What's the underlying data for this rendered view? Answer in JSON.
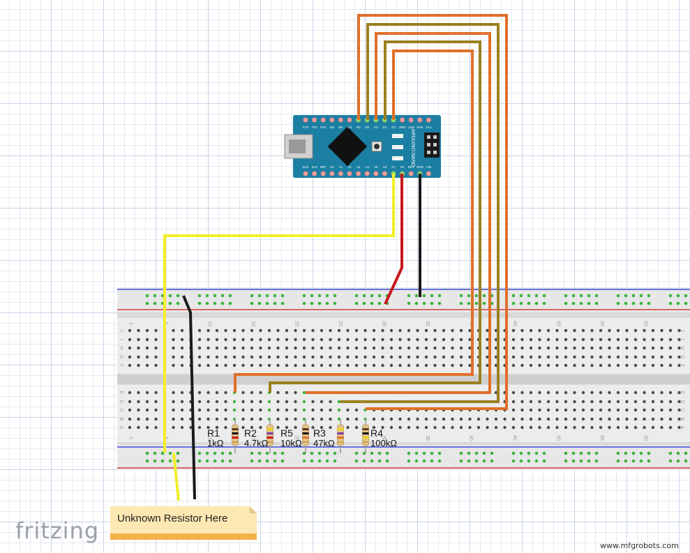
{
  "board": {
    "label": "ARDUINO NANO",
    "top_pins": [
      "D12",
      "D11",
      "D10",
      "D9",
      "D8",
      "D7",
      "D6",
      "D5",
      "D4",
      "D3",
      "D2",
      "GND",
      "RST",
      "RX0",
      "TX1"
    ],
    "bottom_pins": [
      "D13",
      "3V3",
      "REF",
      "A0",
      "A1",
      "A2",
      "A3",
      "A4",
      "A5",
      "A6",
      "A7",
      "5V",
      "RST",
      "GND",
      "VIN"
    ],
    "pcb_color": "#1b7fa3"
  },
  "breadboard": {
    "column_numbers": [
      "1",
      "5",
      "10",
      "15",
      "20",
      "25",
      "30",
      "35",
      "40",
      "45",
      "50",
      "55",
      "60"
    ],
    "row_letters_top": [
      "J",
      "I",
      "H",
      "G",
      "F"
    ],
    "row_letters_bottom": [
      "E",
      "D",
      "C",
      "B",
      "A"
    ]
  },
  "resistors": [
    {
      "id": "R1",
      "value": "1kΩ"
    },
    {
      "id": "R2",
      "value": "4.7kΩ"
    },
    {
      "id": "R5",
      "value": "10kΩ"
    },
    {
      "id": "R3",
      "value": "47kΩ"
    },
    {
      "id": "R4",
      "value": "100kΩ"
    }
  ],
  "note": {
    "text": "Unknown Resistor Here"
  },
  "logo": "fritzing",
  "watermark": "www.mfgrobots.com",
  "wire_colors": {
    "orange": "#e0702a",
    "olive": "#9c7f1f",
    "yellow": "#f2ee2a",
    "red": "#c8161d",
    "black": "#1a1a1a"
  }
}
